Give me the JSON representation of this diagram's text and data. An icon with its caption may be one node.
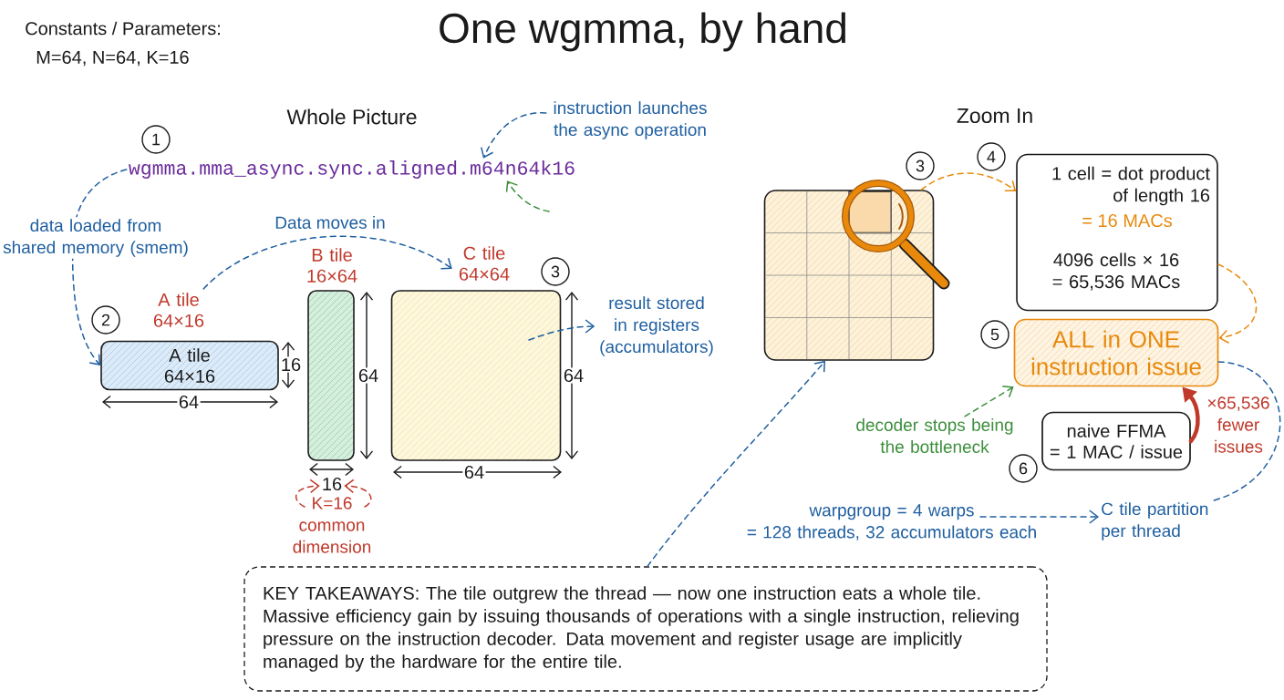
{
  "diagram": {
    "title": "One wgmma, by hand",
    "nodes": [
      {
        "text": [
          "1"
        ]
      },
      {
        "text": [
          "wgmma.mma_async.sync.aligned.m64n64k16"
        ]
      },
      {
        "text": [
          "instruction launches the async operation"
        ]
      },
      {
        "text": [
          "2"
        ]
      },
      {
        "text": [
          "A tile 64×16",
          "A tile 64×16"
        ]
      },
      {
        "text": [
          "B tile 16×64"
        ]
      },
      {
        "text": [
          "C tile 64×64"
        ]
      },
      {
        "text": [
          "3"
        ]
      },
      {
        "text": [
          "result stored in registers (accumulators)"
        ]
      },
      {
        "text": [
          "K=16 common dimension"
        ]
      },
      {
        "text": [
          "3"
        ]
      },
      {
        "text": [],
        "shape": "box"
      },
      {
        "text": [
          "4"
        ]
      },
      {
        "text": [
          "1 cell = dot product of length 16",
          "= 16 MACs",
          "4096 cells × 16 = 65,536 MACs"
        ]
      },
      {
        "text": [
          "5"
        ]
      },
      {
        "text": [
          "ALL in ONE instruction issue"
        ]
      },
      {
        "text": [
          "decoder stops being the bottleneck"
        ]
      },
      {
        "text": [
          "naive FFMA = 1 MAC / issue"
        ]
      },
      {
        "text": [
          "6"
        ]
      },
      {
        "text": [
          "warpgroup = 4 warps = 128 threads, 32 accumulators each"
        ]
      },
      {
        "text": [
          "C tile partition per thread"
        ]
      },
      {
        "text": [
          "KEY TAKEAWAYS: The tile outgrew the thread — now one instruction eats a whole tile. Massive efficiency gain by issuing thousands of operations with a single instruction, relieving pressure on the instruction decoder. Data movement and register usage are implicitly managed by the hardware for the entire tile."
        ]
      },
      {
        "text": [
          "16"
        ]
      }
    ],
    "edges": [
      {
        "from": 2,
        "to": 1,
        "arrow": "to",
        "style": "dashed"
      },
      {
        "from": null,
        "to": 1,
        "arrow": "to",
        "style": "dashed",
        "color": "#3d8f3d"
      },
      {
        "from": 1,
        "to": 4,
        "arrow": "to",
        "style": "dashed",
        "label": "data loaded from shared memory (smem)"
      },
      {
        "from": 4,
        "to": 6,
        "arrow": "to",
        "style": "dashed",
        "label": "Data moves in"
      },
      {
        "from": 6,
        "to": 8,
        "arrow": "to",
        "style": "dashed"
      },
      {
        "from": 9,
        "to": 22,
        "arrow": "to",
        "style": "dashed",
        "color": "#c0392b"
      },
      {
        "from": 9,
        "to": 22,
        "arrow": "to",
        "style": "dashed",
        "color": "#c0392b"
      },
      {
        "from": 11,
        "to": 13,
        "arrow": "to",
        "style": "dashed",
        "color": "#e8890c"
      },
      {
        "from": 13,
        "to": 15,
        "arrow": "to",
        "style": "dashed",
        "color": "#e8890c"
      },
      {
        "from": 16,
        "to": 15,
        "arrow": "to",
        "style": "dashed",
        "color": "#3d8f3d"
      },
      {
        "from": 17,
        "to": 15,
        "arrow": "to",
        "style": "thick",
        "color": "#c0392b",
        "label": "×65,536 fewer issues"
      },
      {
        "from": 19,
        "to": 20,
        "arrow": "to",
        "style": "dashed"
      },
      {
        "from": 20,
        "to": 15,
        "arrow": "none",
        "style": "dashed"
      },
      {
        "from": 21,
        "to": 11,
        "arrow": "to",
        "style": "dashed"
      }
    ],
    "labels": [
      "Constants / Parameters:",
      "M=64, N=64, K=16",
      "Whole Picture",
      "Zoom In",
      "16",
      "64",
      "64",
      "64",
      "64"
    ]
  }
}
